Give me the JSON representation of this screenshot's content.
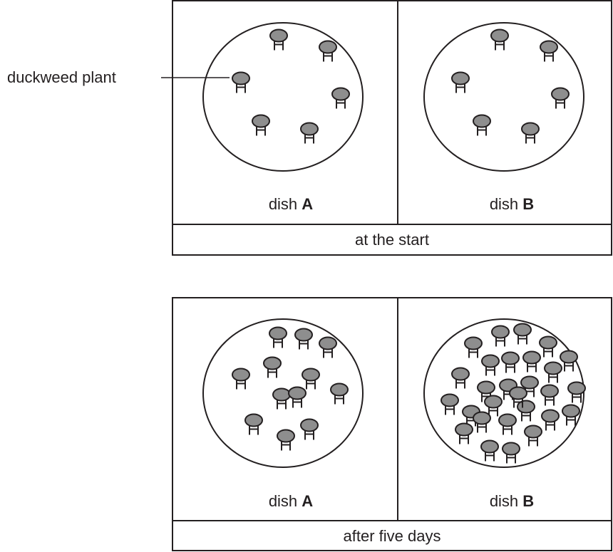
{
  "callout": {
    "label": "duckweed plant"
  },
  "panels": [
    {
      "caption": "at the start",
      "dishes": [
        {
          "label_prefix": "dish",
          "label_letter": "A",
          "plant_count": 6
        },
        {
          "label_prefix": "dish",
          "label_letter": "B",
          "plant_count": 6
        }
      ]
    },
    {
      "caption": "after five days",
      "dishes": [
        {
          "label_prefix": "dish",
          "label_letter": "A",
          "plant_count": 12
        },
        {
          "label_prefix": "dish",
          "label_letter": "B",
          "plant_count": 28
        }
      ]
    }
  ],
  "colors": {
    "leaf": "#8e8e8e",
    "line": "#231f20"
  }
}
